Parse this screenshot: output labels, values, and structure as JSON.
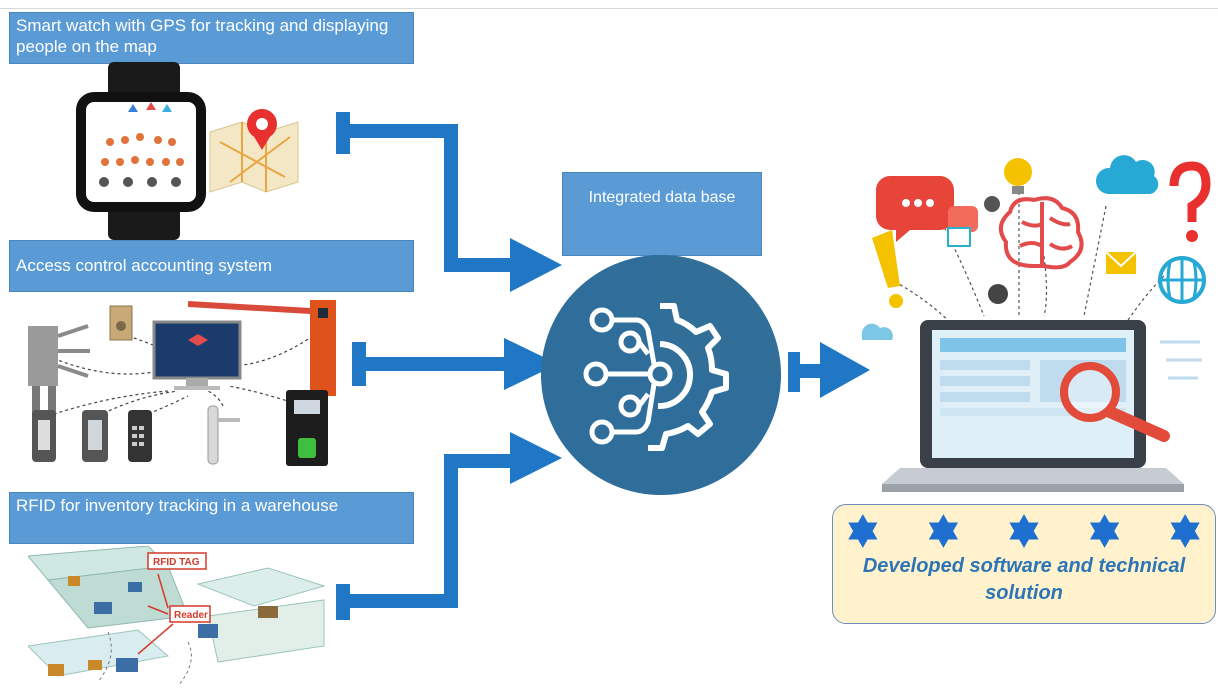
{
  "labels": {
    "smartwatch": "Smart watch with GPS for tracking and displaying people on the map",
    "access_control": "Access control accounting system",
    "rfid": "RFID for inventory tracking in a warehouse",
    "database": "Integrated data base"
  },
  "illustration_text": {
    "rfid_tag": "RFID TAG",
    "reader": "Reader"
  },
  "result": {
    "caption": "Developed software and technical solution",
    "star_count": 5
  },
  "colors": {
    "label_fill": "#5b9bd5",
    "arrow": "#1f77c6",
    "hub_circle": "#2f6e9a",
    "panel_fill": "#fff2cc",
    "caption_text": "#2e75b6",
    "star": "#1f6fd1"
  }
}
